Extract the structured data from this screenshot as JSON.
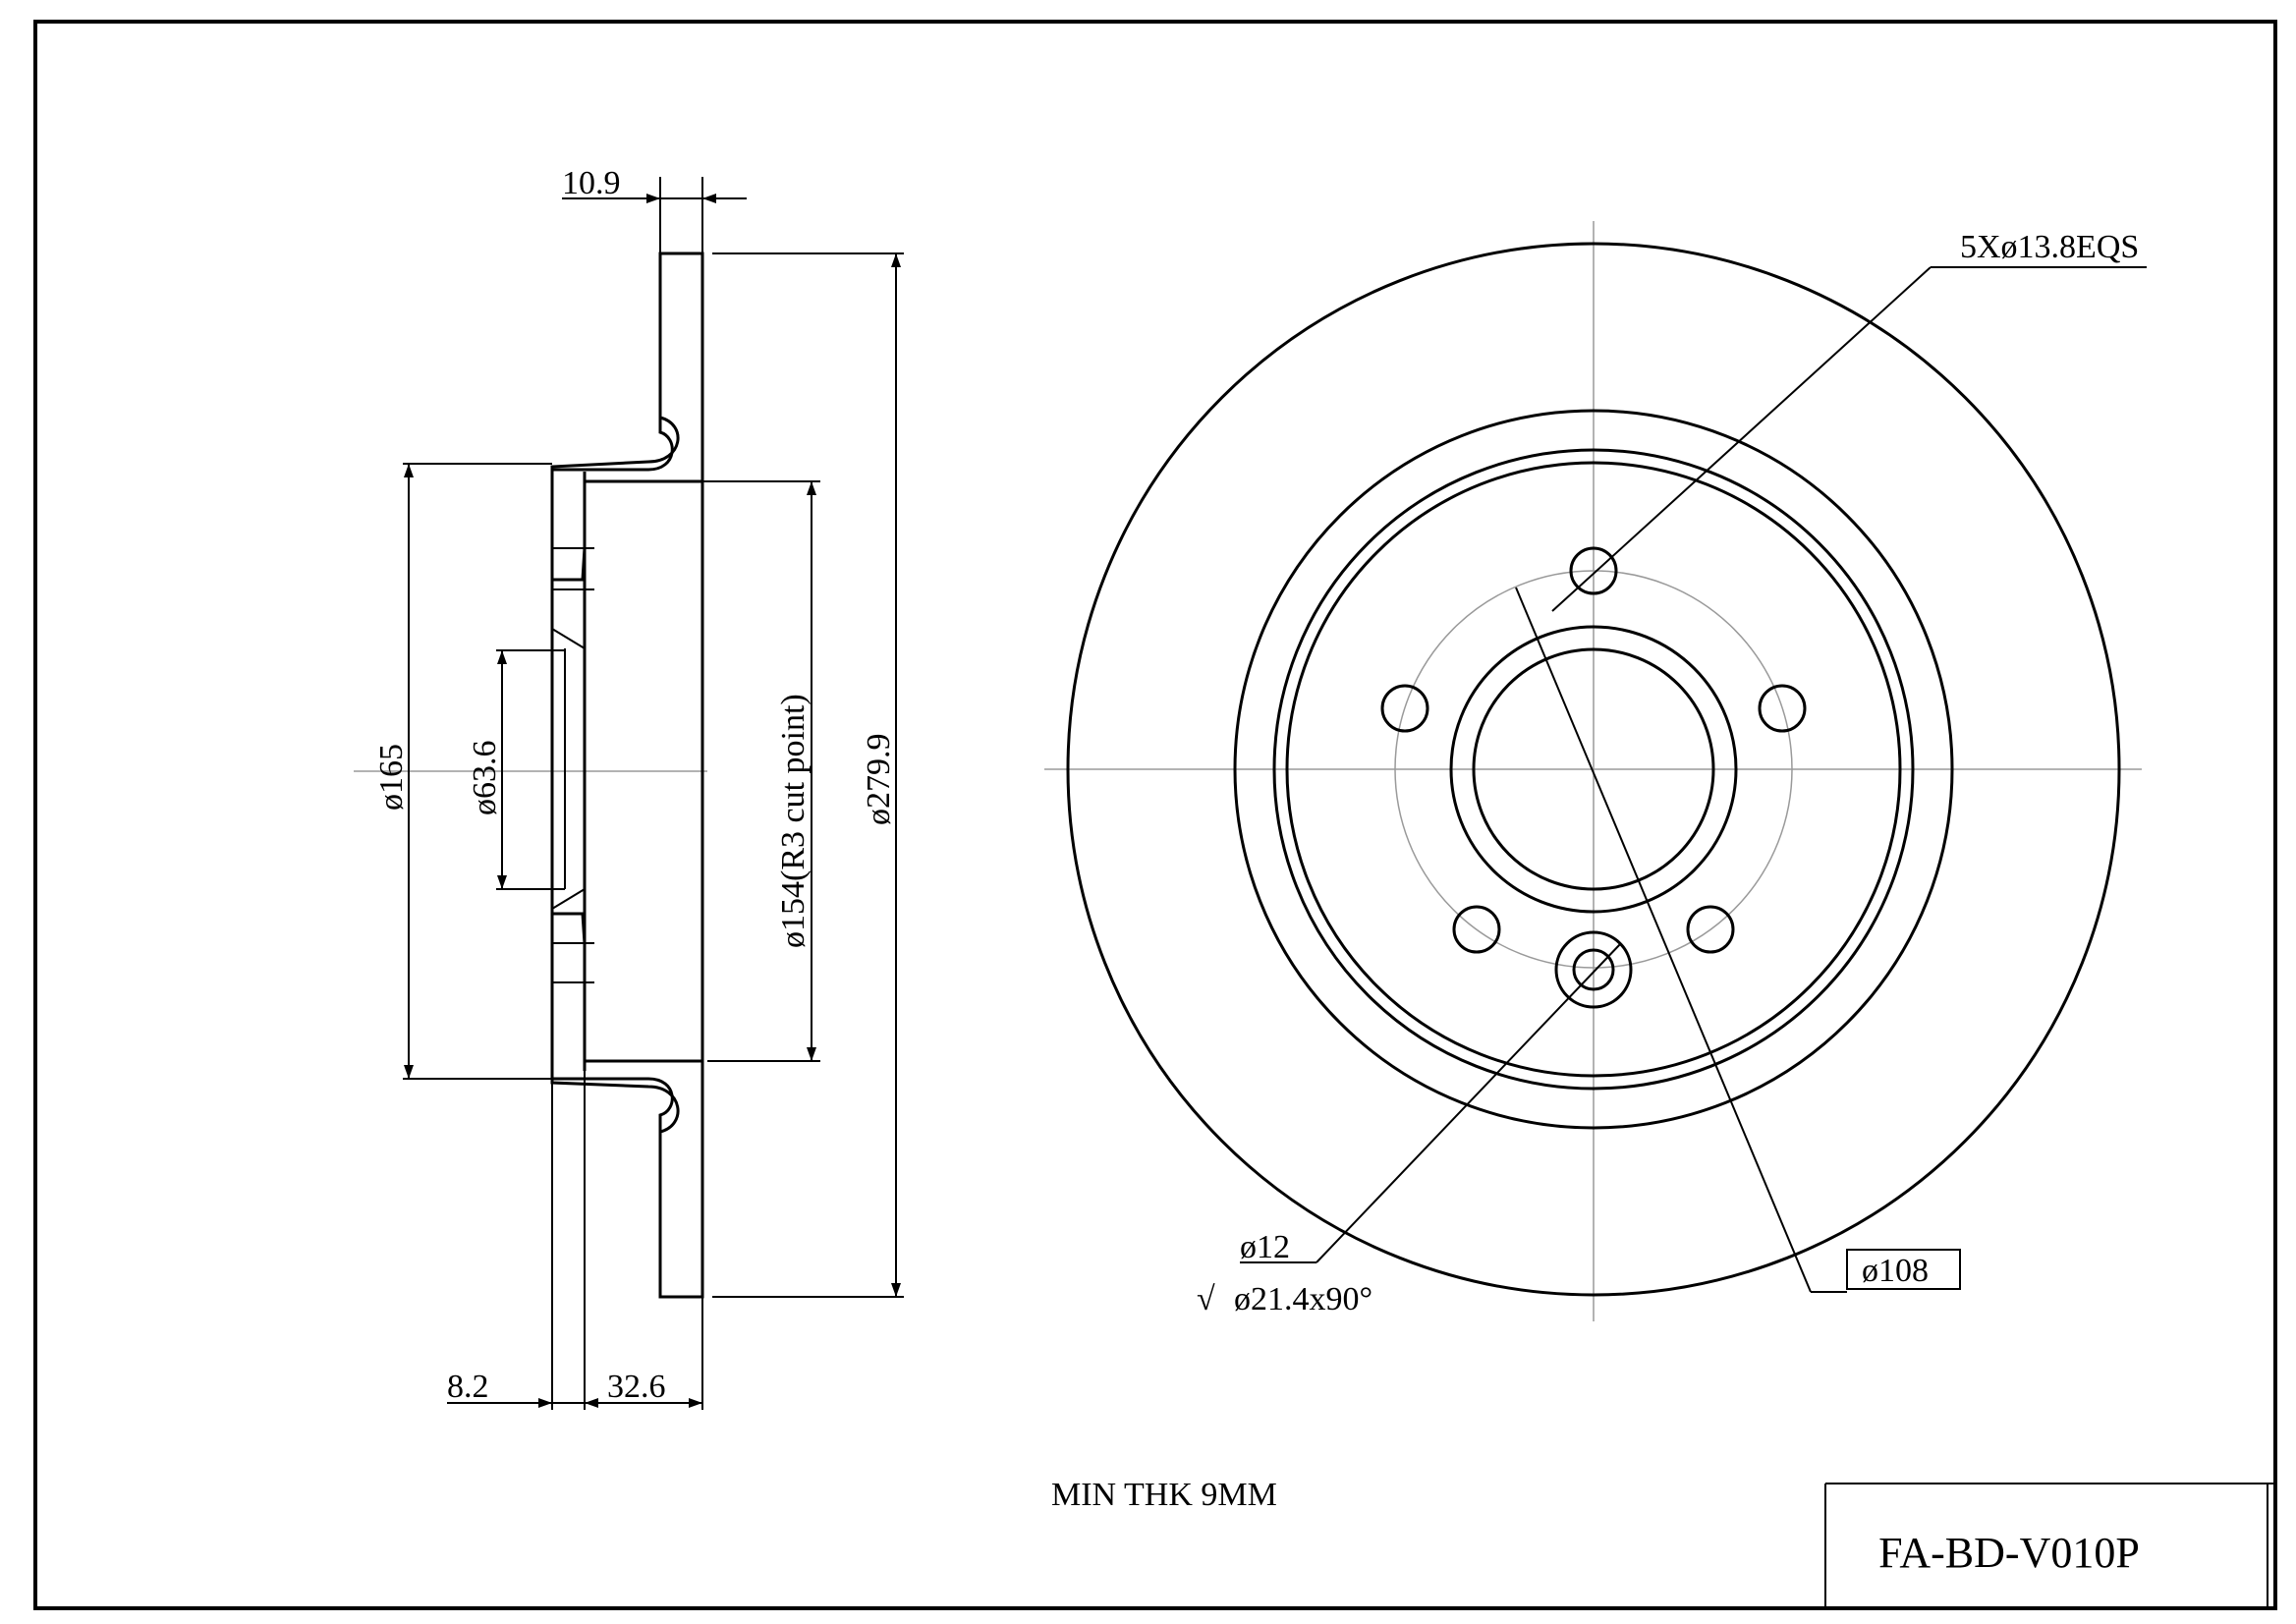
{
  "part_number": "FA-BD-V010P",
  "note": "MIN THK 9MM",
  "side_view": {
    "overall_thickness": "10.9",
    "hub_diameter": "ø165",
    "center_bore": "ø63.6",
    "inner_diameter": "ø154(R3 cut point)",
    "outer_diameter": "ø279.9",
    "hub_offset": "8.2",
    "total_height": "32.6"
  },
  "front_view": {
    "bolt_holes": "5Xø13.8EQS",
    "pcd": "ø108",
    "hole_diameter": "ø12",
    "countersink": "ø21.4x90°"
  }
}
